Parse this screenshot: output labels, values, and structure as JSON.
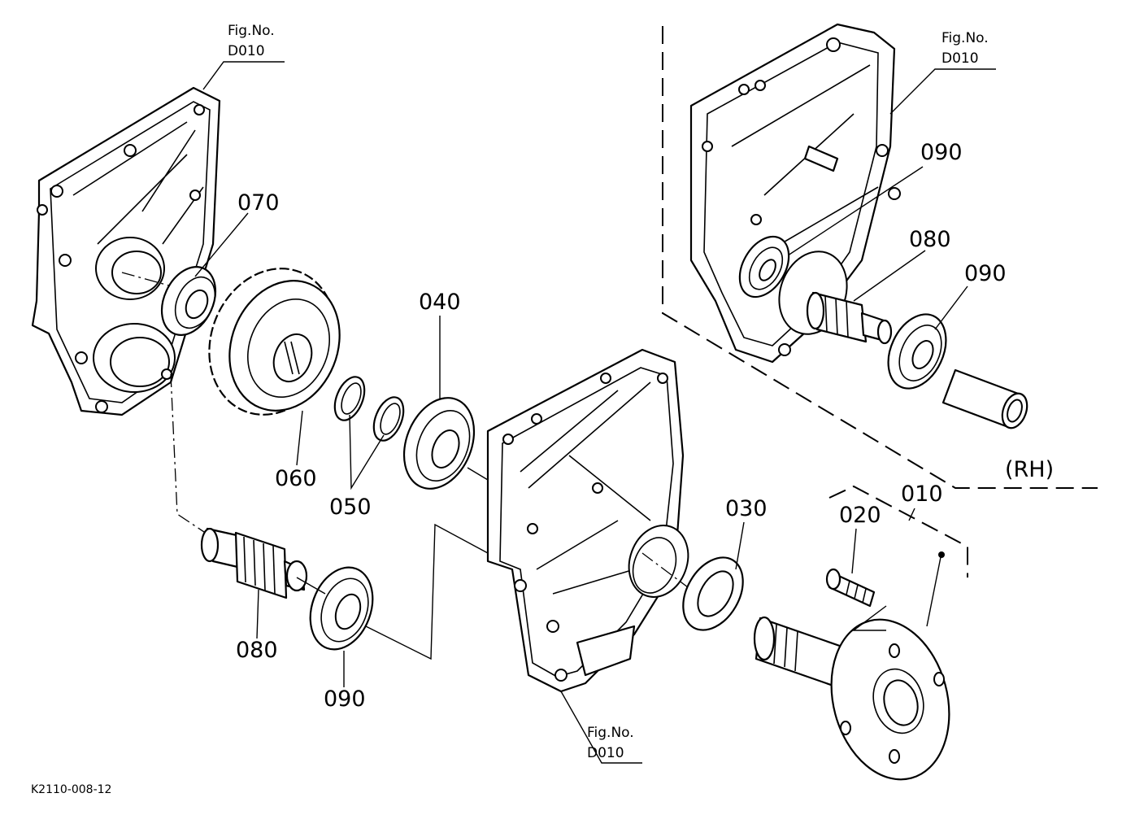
{
  "diagram": {
    "drawing_code": "K2110-008-12",
    "fig_refs": [
      {
        "line1": "Fig.No.",
        "line2": "D010"
      },
      {
        "line1": "Fig.No.",
        "line2": "D010"
      },
      {
        "line1": "Fig.No.",
        "line2": "D010"
      }
    ],
    "part_labels": {
      "p070": "070",
      "p060": "060",
      "p050": "050",
      "p040": "040",
      "p080_left": "080",
      "p090_left": "090",
      "p030": "030",
      "p020": "020",
      "p010": "010",
      "p090_rh_top": "090",
      "p080_rh": "080",
      "p090_rh_bottom": "090"
    },
    "side_label": "(RH)"
  }
}
